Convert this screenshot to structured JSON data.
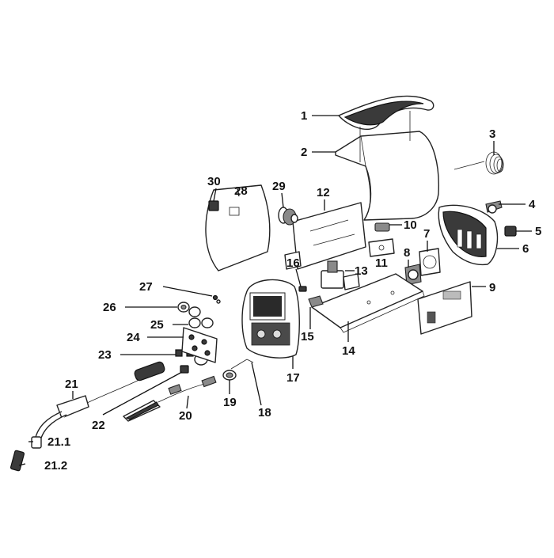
{
  "diagram": {
    "callouts": [
      {
        "id": "1",
        "label": "1"
      },
      {
        "id": "2",
        "label": "2"
      },
      {
        "id": "3",
        "label": "3"
      },
      {
        "id": "4",
        "label": "4"
      },
      {
        "id": "5",
        "label": "5"
      },
      {
        "id": "6",
        "label": "6"
      },
      {
        "id": "7",
        "label": "7"
      },
      {
        "id": "8",
        "label": "8"
      },
      {
        "id": "9",
        "label": "9"
      },
      {
        "id": "10",
        "label": "10"
      },
      {
        "id": "11",
        "label": "11"
      },
      {
        "id": "12",
        "label": "12"
      },
      {
        "id": "13",
        "label": "13"
      },
      {
        "id": "14",
        "label": "14"
      },
      {
        "id": "15",
        "label": "15"
      },
      {
        "id": "16",
        "label": "16"
      },
      {
        "id": "17",
        "label": "17"
      },
      {
        "id": "18",
        "label": "18"
      },
      {
        "id": "19",
        "label": "19"
      },
      {
        "id": "20",
        "label": "20"
      },
      {
        "id": "21",
        "label": "21"
      },
      {
        "id": "21.1",
        "label": "21.1"
      },
      {
        "id": "21.2",
        "label": "21.2"
      },
      {
        "id": "22",
        "label": "22"
      },
      {
        "id": "23",
        "label": "23"
      },
      {
        "id": "24",
        "label": "24"
      },
      {
        "id": "25",
        "label": "25"
      },
      {
        "id": "26",
        "label": "26"
      },
      {
        "id": "27",
        "label": "27"
      },
      {
        "id": "28",
        "label": "28"
      },
      {
        "id": "29",
        "label": "29"
      },
      {
        "id": "30",
        "label": "30"
      }
    ]
  }
}
